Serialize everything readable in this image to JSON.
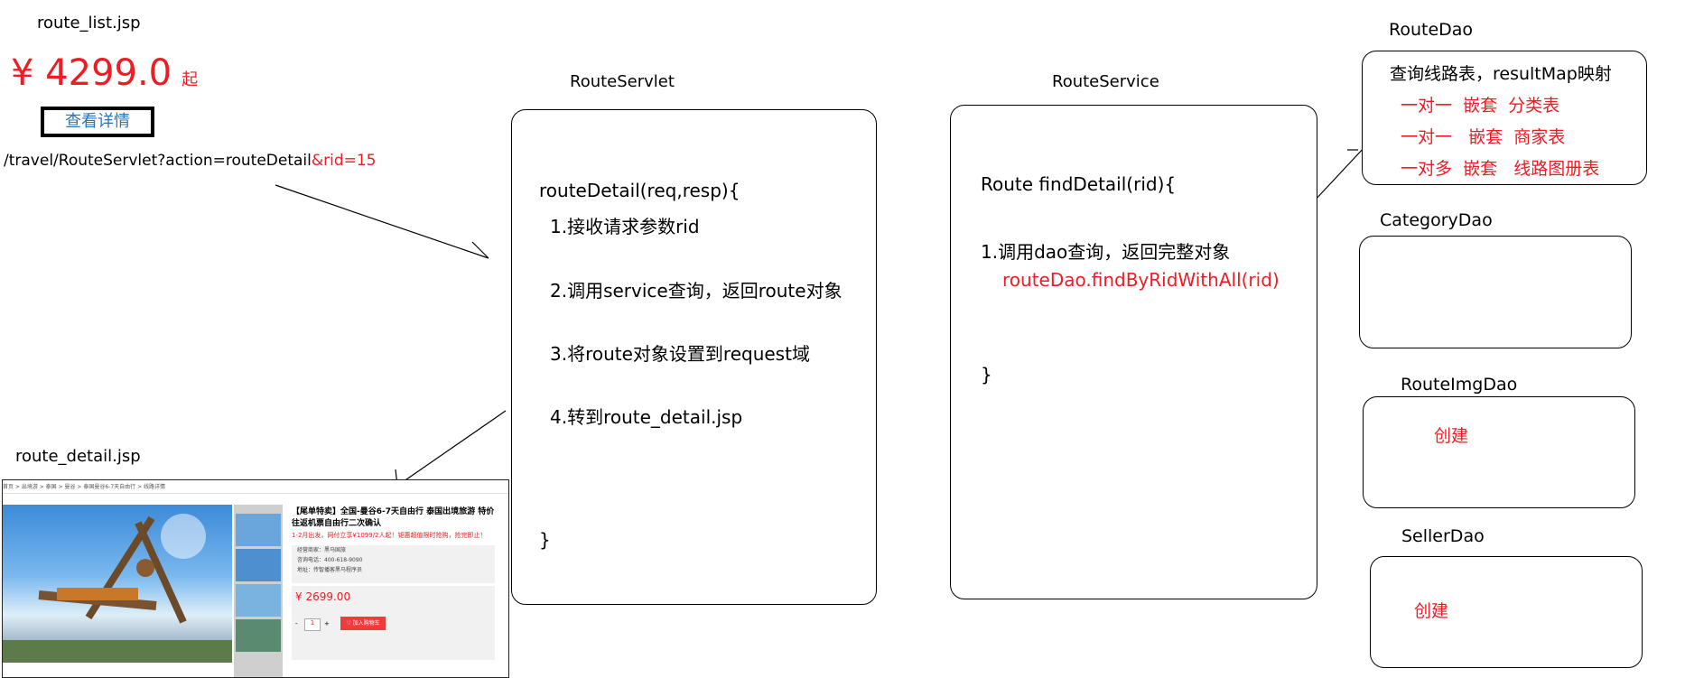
{
  "labels": {
    "route_list": "route_list.jsp",
    "route_detail": "route_detail.jsp",
    "route_servlet": "RouteServlet",
    "route_service": "RouteService",
    "route_dao": "RouteDao",
    "category_dao": "CategoryDao",
    "route_img_dao": "RouteImgDao",
    "seller_dao": "SellerDao"
  },
  "route_list": {
    "price": "¥ 4299.0",
    "price_suffix": "起",
    "details_button": "查看详情",
    "url_main": "/travel/RouteServlet?action=routeDetail",
    "url_param": "&rid=15"
  },
  "servlet": {
    "signature": "routeDetail(req,resp){",
    "steps": [
      "1.接收请求参数rid",
      "2.调用service查询，返回route对象",
      "3.将route对象设置到request域",
      "4.转到route_detail.jsp"
    ],
    "close": "}"
  },
  "service": {
    "signature": "Route findDetail(rid){",
    "step1": "1.调用dao查询，返回完整对象",
    "call": "routeDao.findByRidWithAll(rid)",
    "close": "}"
  },
  "route_dao": {
    "line1": "查询线路表，resultMap映射",
    "line2": "一对一  嵌套  分类表",
    "line3": "一对一   嵌套  商家表",
    "line4": "一对多  嵌套   线路图册表"
  },
  "route_img_dao": {
    "text": "创建"
  },
  "seller_dao": {
    "text": "创建"
  },
  "detail_page": {
    "breadcrumb": "首页 > 出境游 > 泰国 > 曼谷 > 泰国曼谷6-7天自由行 > 线路详情",
    "title": "【尾单特卖】全国-曼谷6-7天自由行 泰国出境旅游 特价往返机票自由行二次确认",
    "subtitle": "1-2月出发，网付立享¥1099/2人起！钜惠超值限时抢购，抢完即止！",
    "info": [
      "经营商家：黑马国旅",
      "咨询电话：400-618-9090",
      "地址：传智播客黑马程序员"
    ],
    "price": "¥ 2699.00",
    "qty_minus": "-",
    "qty": "1",
    "qty_plus": "+",
    "cart_button": "♡ 加入购物车"
  },
  "colors": {
    "accent_red": "#ee1c24",
    "link_blue": "#2e75b6"
  }
}
